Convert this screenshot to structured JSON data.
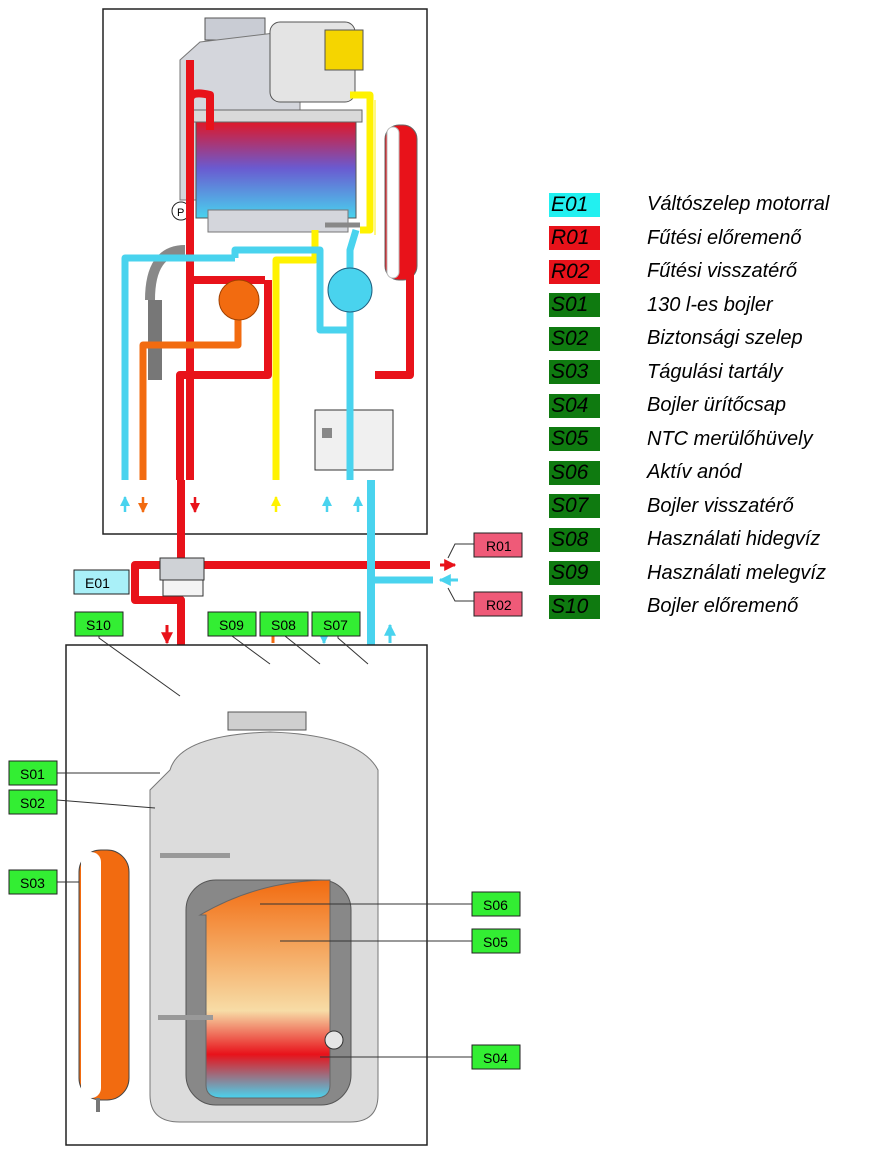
{
  "diagram": {
    "tags": [
      {
        "id": "R01",
        "bg": "#ef5a78"
      },
      {
        "id": "R02",
        "bg": "#ef5a78"
      },
      {
        "id": "E01",
        "bg": "#a9f0f8"
      },
      {
        "id": "S10",
        "bg": "#33ee33"
      },
      {
        "id": "S09",
        "bg": "#33ee33"
      },
      {
        "id": "S08",
        "bg": "#33ee33"
      },
      {
        "id": "S07",
        "bg": "#33ee33"
      },
      {
        "id": "S01",
        "bg": "#33ee33"
      },
      {
        "id": "S02",
        "bg": "#33ee33"
      },
      {
        "id": "S03",
        "bg": "#33ee33"
      },
      {
        "id": "S06",
        "bg": "#33ee33"
      },
      {
        "id": "S05",
        "bg": "#33ee33"
      },
      {
        "id": "S04",
        "bg": "#33ee33"
      }
    ],
    "pipe_colors": {
      "heating": "#e8121a",
      "cold": "#49d3ee",
      "hot": "#f26b10",
      "gas": "#fff200",
      "frame": "#333333"
    },
    "legend": [
      {
        "code": "E01",
        "text": "Váltószelep motorral",
        "bg": "#22f0f0"
      },
      {
        "code": "R01",
        "text": "Fűtési előremenő",
        "bg": "#e8121a"
      },
      {
        "code": "R02",
        "text": "Fűtési visszatérő",
        "bg": "#e8121a"
      },
      {
        "code": "S01",
        "text": "130 l-es bojler",
        "bg": "#0f7a10"
      },
      {
        "code": "S02",
        "text": "Biztonsági szelep",
        "bg": "#0f7a10"
      },
      {
        "code": "S03",
        "text": "Tágulási tartály",
        "bg": "#0f7a10"
      },
      {
        "code": "S04",
        "text": "Bojler ürítőcsap",
        "bg": "#0f7a10"
      },
      {
        "code": "S05",
        "text": "NTC merülőhüvely",
        "bg": "#0f7a10"
      },
      {
        "code": "S06",
        "text": "Aktív anód",
        "bg": "#0f7a10"
      },
      {
        "code": "S07",
        "text": "Bojler visszatérő",
        "bg": "#0f7a10"
      },
      {
        "code": "S08",
        "text": "Használati hidegvíz",
        "bg": "#0f7a10"
      },
      {
        "code": "S09",
        "text": "Használati melegvíz",
        "bg": "#0f7a10"
      },
      {
        "code": "S10",
        "text": "Bojler előremenő",
        "bg": "#0f7a10"
      }
    ]
  }
}
